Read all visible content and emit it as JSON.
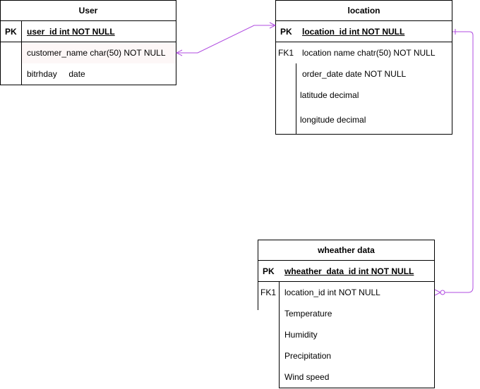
{
  "tables": {
    "user": {
      "title": "User",
      "pk_label": "PK",
      "pk_field": "user_id int NOT NULL",
      "fields": [
        "customer_name char(50) NOT NULL",
        "bitrhday     date"
      ]
    },
    "location": {
      "title": "location",
      "pk_label": "PK",
      "pk_field": "location_id int NOT NULL",
      "fk_label": "FK1",
      "fields": [
        "location name chatr(50) NOT NULL",
        "order_date date NOT NULL",
        "latitude decimal",
        "longitude decimal"
      ]
    },
    "weather": {
      "title": "wheather data",
      "pk_label": "PK",
      "pk_field": "wheather_data_id int NOT NULL",
      "fk_label": "FK1",
      "fields": [
        "location_id int NOT NULL",
        "Temperature",
        "Humidity",
        "Precipitation",
        "Wind speed"
      ]
    }
  },
  "colors": {
    "connector": "#b04ce0",
    "line": "#000000"
  }
}
